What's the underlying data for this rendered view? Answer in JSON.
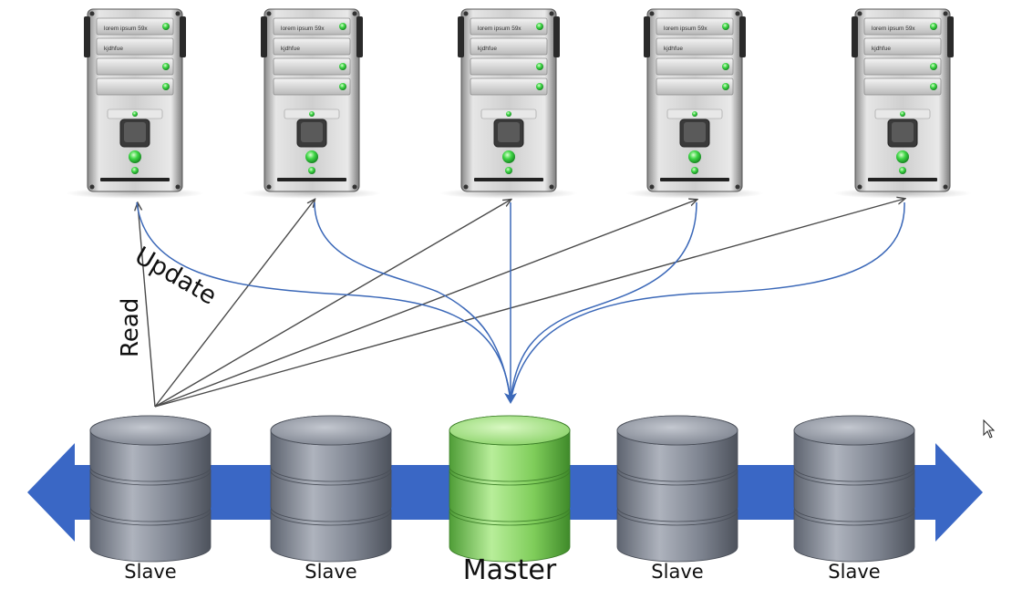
{
  "servers": [
    {
      "label_top": "lorem ipsum 59x",
      "label_mid": "kjdhfue"
    },
    {
      "label_top": "lorem ipsum 59x",
      "label_mid": "kjdhfue"
    },
    {
      "label_top": "lorem ipsum 59x",
      "label_mid": "kjdhfue"
    },
    {
      "label_top": "lorem ipsum 59x",
      "label_mid": "kjdhfue"
    },
    {
      "label_top": "lorem ipsum 59x",
      "label_mid": "kjdhfue"
    }
  ],
  "databases": [
    {
      "label": "Slave",
      "role": "slave"
    },
    {
      "label": "Slave",
      "role": "slave"
    },
    {
      "label": "Master",
      "role": "master"
    },
    {
      "label": "Slave",
      "role": "slave"
    },
    {
      "label": "Slave",
      "role": "slave"
    }
  ],
  "edge_labels": {
    "update": "Update",
    "read": "Read"
  },
  "colors": {
    "read_arrow": "#4a4a4a",
    "update_arrow": "#3b68b8",
    "band": "#3a67c5",
    "slave_db": "#7f8593",
    "master_db": "#8ed36a",
    "server_led": "#34c93a"
  }
}
